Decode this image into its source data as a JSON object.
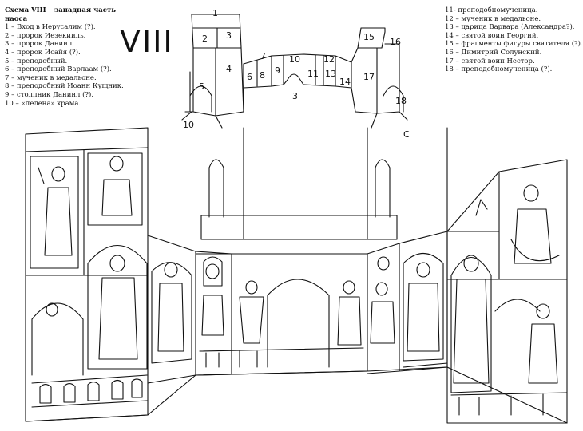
{
  "legend_left": {
    "title": "Схема VIII – западная часть наоса",
    "items": [
      "1 – Вход в Иерусалим (?).",
      "2 – пророк Иезекииль.",
      "3 – пророк Даниил.",
      "4 – пророк Исайя (?).",
      "5 – преподобный.",
      "6 – преподобный Варлаам (?).",
      "7 – мученик в медальоне.",
      "8 – преподобный Иоанн Кущник.",
      "9 – столпник Даниил (?).",
      "10 – «пелена» храма."
    ]
  },
  "legend_right": {
    "items": [
      "11- преподобномученица.",
      "12 – мученик в медальоне.",
      "13 – царица Варвара (Александра?).",
      "14 – святой воин Георгий.",
      "15 – фрагменты фигуры святителя (?).",
      "16 – Димитрий Солунский.",
      "17 – святой воин Нестор.",
      "18 – преподобномученица (?)."
    ]
  },
  "scheme_label": "VIII",
  "plan_numbers": [
    "1",
    "2",
    "3",
    "4",
    "5",
    "6",
    "7",
    "8",
    "9",
    "10",
    "11",
    "12",
    "13",
    "14",
    "15",
    "16",
    "17",
    "18",
    "3",
    "10",
    "C"
  ]
}
